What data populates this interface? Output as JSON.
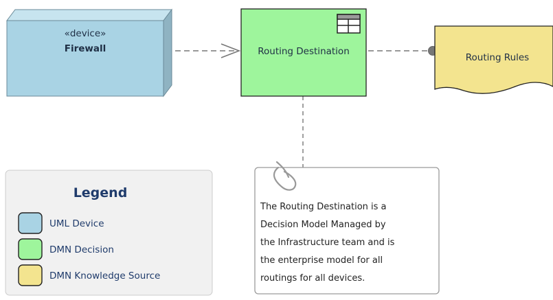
{
  "nodes": {
    "firewall": {
      "stereotype": "«device»",
      "name": "Firewall",
      "color": "#a9d3e4"
    },
    "routing_destination": {
      "name": "Routing Destination",
      "color": "#9ef59c"
    },
    "routing_rules": {
      "name": "Routing Rules",
      "color": "#f3e48f"
    }
  },
  "note": {
    "lines": [
      "The Routing Destination is a",
      "Decision Model Managed by",
      "the Infrastructure team and is",
      "the enterprise model for all",
      "routings for all devices."
    ]
  },
  "legend": {
    "title": "Legend",
    "items": [
      {
        "label": "UML Device",
        "color": "#a9d3e4"
      },
      {
        "label": "DMN Decision",
        "color": "#9ef59c"
      },
      {
        "label": "DMN Knowledge Source",
        "color": "#f3e48f"
      }
    ]
  },
  "icons": {
    "decision_table": "table-icon",
    "note_clip": "paperclip-icon"
  }
}
